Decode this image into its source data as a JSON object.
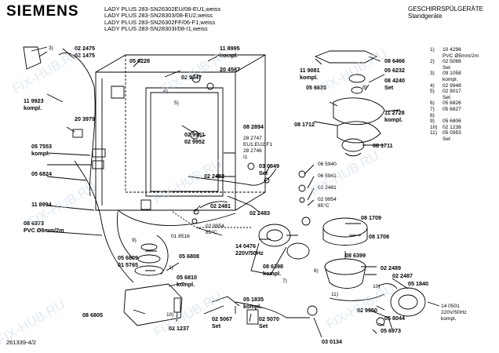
{
  "header": {
    "brand": "SIEMENS",
    "models": [
      "LADY PLUS 283-SN26302EU/08-EU1,weiss",
      "LADY PLUS 283-SN28303/08-EU2,weiss",
      "LADY PLUS 283-SN26302FF/06-F1,weiss",
      "LADY PLUS 283-SN28303I/08-I1,weiss"
    ],
    "category": "GESCHIRRSPÜLGERÄTE",
    "subcategory": "Standgeräte"
  },
  "footer": {
    "doc_ref": "261339-4/2"
  },
  "watermark": "FIX-HUB.RU",
  "legend": [
    {
      "no": "1)",
      "part": "10 4298"
    },
    {
      "no": "",
      "part": "PVC Ø5mm/2m"
    },
    {
      "no": "2)",
      "part": "02 5068"
    },
    {
      "no": "",
      "part": "Set"
    },
    {
      "no": "3)",
      "part": "09 1058"
    },
    {
      "no": "",
      "part": "kompl."
    },
    {
      "no": "4)",
      "part": "02 9948"
    },
    {
      "no": "5)",
      "part": "02 9017"
    },
    {
      "no": "",
      "part": "Set"
    },
    {
      "no": "6)",
      "part": "05 6826"
    },
    {
      "no": "7)",
      "part": "05 6827"
    },
    {
      "no": "8)",
      "part": ""
    },
    {
      "no": "9)",
      "part": "05 6806"
    },
    {
      "no": "10)",
      "part": "02 1238"
    },
    {
      "no": "11)",
      "part": "05 0953"
    },
    {
      "no": "",
      "part": "Set"
    }
  ],
  "part_labels": [
    "02 2475",
    "02 1475",
    "05 6228",
    "11 8995",
    "kompl.",
    "02 9947",
    "20 4587",
    "11 9923",
    "kompl.",
    "20 3979",
    "05 7553",
    "kompl.",
    "05 6824",
    "11 8994",
    "08 6373",
    "PVC Ø8mm/2m",
    "05 6809",
    "01 5765",
    "05 6808",
    "05 6810",
    "kompl.",
    "08 6805",
    "02 1237",
    "02 5067",
    "Set",
    "05 1835",
    "kompl.",
    "02 5070",
    "Set",
    "02 9951",
    "02 9952",
    "08 2894",
    "28 2747",
    "EU1,EU2,F1",
    "28 2746",
    "I1",
    "02 2482",
    "03 0349",
    "Set",
    "02 2481",
    "02 2483",
    "02 9954",
    "85°C",
    "01 8516",
    "14 0476",
    "220V/50Hz",
    "08 6398",
    "kompl.",
    "11 9081",
    "kompl.",
    "08 6466",
    "05 6232",
    "08 4240",
    "Set",
    "05 6828",
    "08 1712",
    "11 2728",
    "kompl.",
    "08 1711",
    "06 5940",
    "06 5941",
    "02 2481",
    "02 9954",
    "85°C",
    "08 1709",
    "08 1708",
    "08 6399",
    "02 2489",
    "02 2487",
    "05 1840",
    "14 0501",
    "220V/50Hz",
    "kompl.",
    "02 9950",
    "05 8044",
    "05 6973",
    "03 0134"
  ],
  "callouts": [
    "1)",
    "2)",
    "3)",
    "4)",
    "5)",
    "6)",
    "7)",
    "8)",
    "9)",
    "10)",
    "11)",
    "1)",
    "9)",
    "5)",
    "4)",
    "3)"
  ]
}
